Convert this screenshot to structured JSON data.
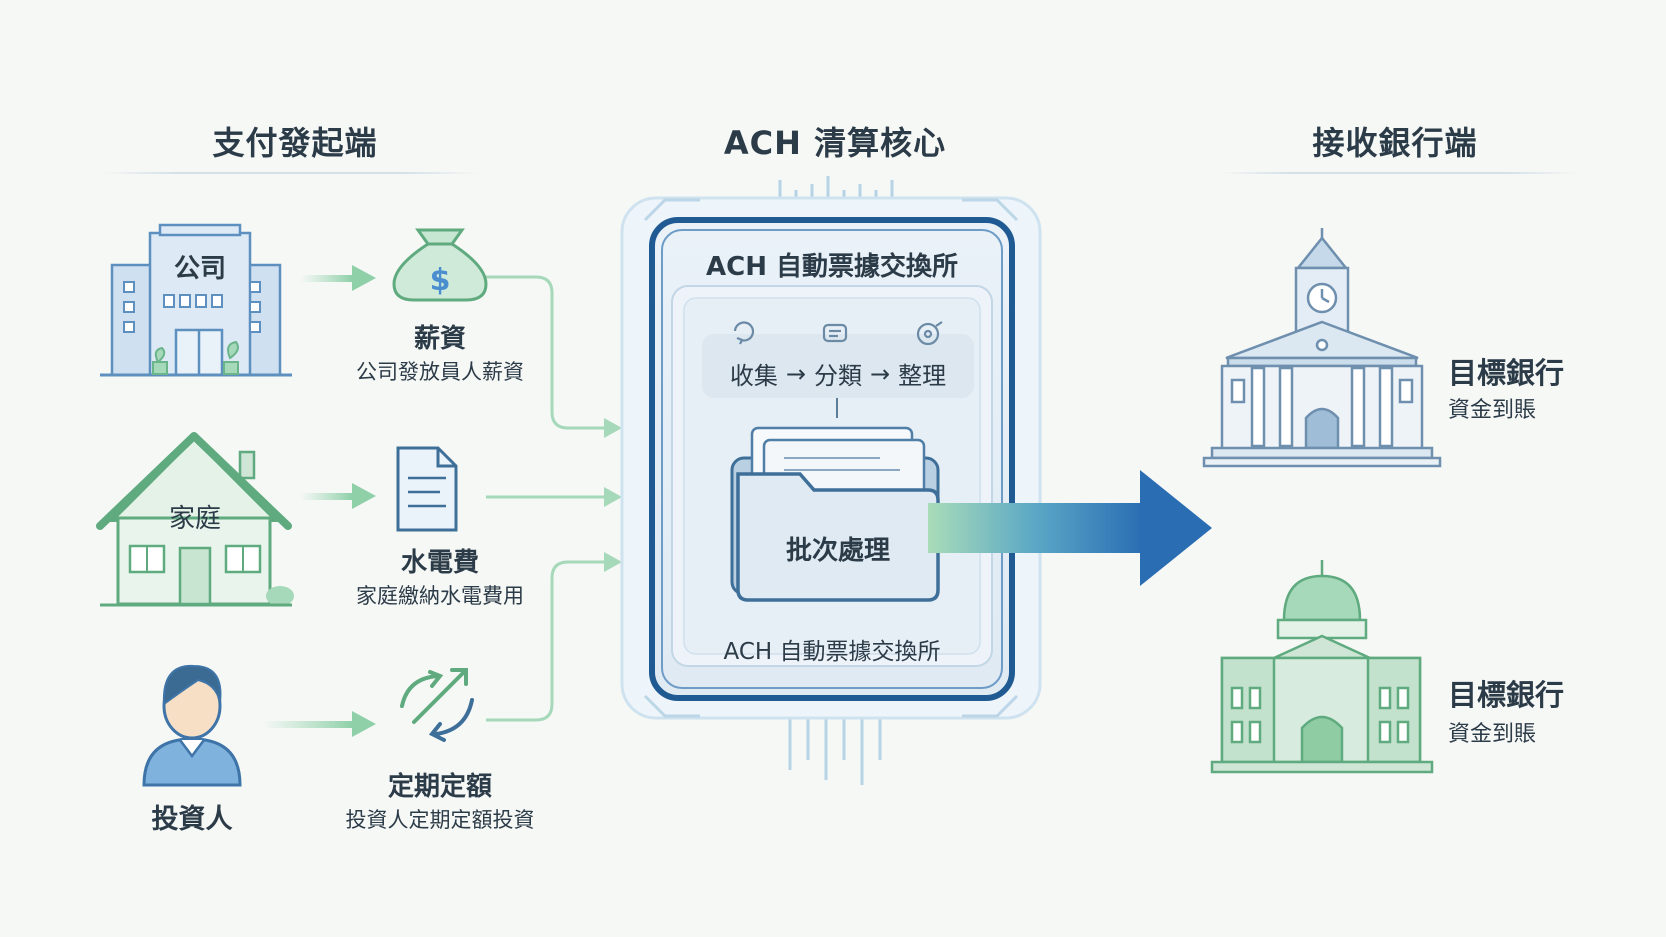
{
  "columns": {
    "originators": "支付發起端",
    "core": "ACH 清算核心",
    "receivers": "接收銀行端"
  },
  "sources": [
    {
      "entity_label": "公司",
      "payment_title": "薪資",
      "payment_desc": "公司發放員人薪資"
    },
    {
      "entity_label": "家庭",
      "payment_title": "水電費",
      "payment_desc": "家庭繳納水電費用"
    },
    {
      "entity_label": "投資人",
      "payment_title": "定期定額",
      "payment_desc": "投資人定期定額投資"
    }
  ],
  "core": {
    "header": "ACH 自動票據交換所",
    "steps": [
      "收集",
      "分類",
      "整理"
    ],
    "step_arrow": "→",
    "batch_label": "批次處理",
    "footer": "ACH 自動票據交換所"
  },
  "receivers": [
    {
      "title": "目標銀行",
      "desc": "資金到賬"
    },
    {
      "title": "目標銀行",
      "desc": "資金到賬"
    }
  ],
  "colors": {
    "green": "#7cc49a",
    "blue": "#2f6fae",
    "dark_blue": "#1d5a94",
    "text": "#2c3b48"
  }
}
